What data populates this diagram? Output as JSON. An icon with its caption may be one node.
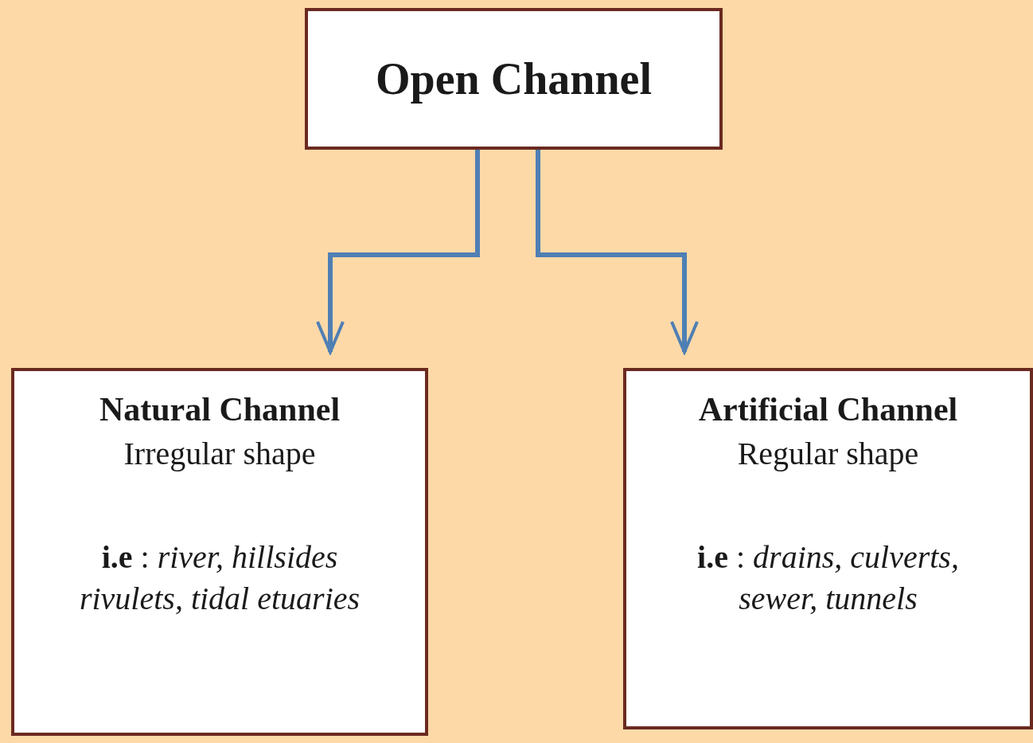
{
  "diagram": {
    "nodes": [
      {
        "text": [
          "Open Channel"
        ]
      },
      {
        "text": [
          "Natural Channel",
          "Irregular shape",
          "**i.e** : *river, hillsides rivulets, tidal etuaries*"
        ]
      },
      {
        "text": [
          "Artificial Channel",
          "Regular shape",
          "**i.e** : *drains, culverts, sewer, tunnels*"
        ]
      }
    ],
    "edges": [
      {
        "from": 0,
        "to": 1,
        "arrow": "to"
      },
      {
        "from": 0,
        "to": 2,
        "arrow": "to"
      }
    ]
  }
}
